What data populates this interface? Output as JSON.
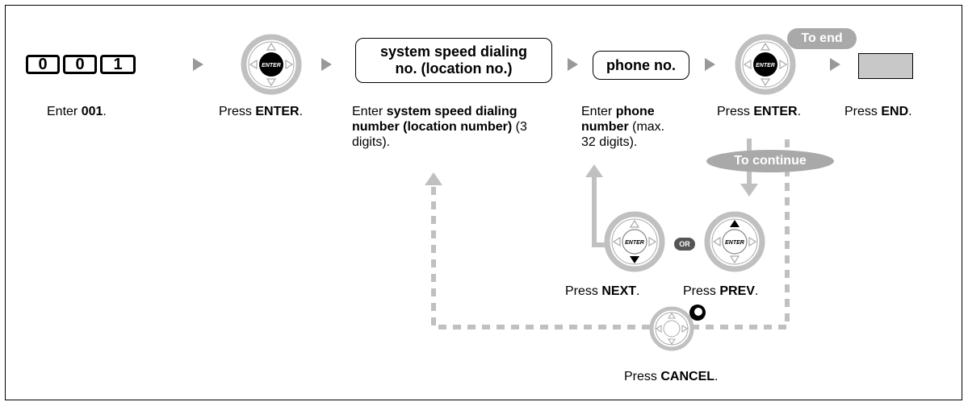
{
  "keys": [
    "0",
    "0",
    "1"
  ],
  "boxes": {
    "speed_dial_line1": "system speed dialing",
    "speed_dial_line2": "no. (location no.)",
    "phone_no": "phone no."
  },
  "pills": {
    "to_end": "To end",
    "to_continue": "To continue",
    "or": "OR"
  },
  "enter_key_label": "ENTER",
  "captions": {
    "enter_001": {
      "pre": "Enter ",
      "bold": "001",
      "post": "."
    },
    "press_enter_1": {
      "pre": "Press ",
      "bold": "ENTER",
      "post": "."
    },
    "speed_dial": {
      "pre": "Enter ",
      "bold": "system speed dialing number (location number)",
      "post": " (3 digits)."
    },
    "phone_number": {
      "pre": "Enter ",
      "bold": "phone number",
      "post": " (max. 32 digits)."
    },
    "press_enter_2": {
      "pre": "Press ",
      "bold": "ENTER",
      "post": "."
    },
    "press_end": {
      "pre": "Press ",
      "bold": "END",
      "post": "."
    },
    "press_next": {
      "pre": "Press ",
      "bold": "NEXT",
      "post": "."
    },
    "press_prev": {
      "pre": "Press ",
      "bold": "PREV",
      "post": "."
    },
    "press_cancel": {
      "pre": "Press ",
      "bold": "CANCEL",
      "post": "."
    }
  },
  "colors": {
    "gray": "#a9a9a9",
    "light_gray": "#c0c0c0",
    "key_fill": "#c8c8c8"
  }
}
